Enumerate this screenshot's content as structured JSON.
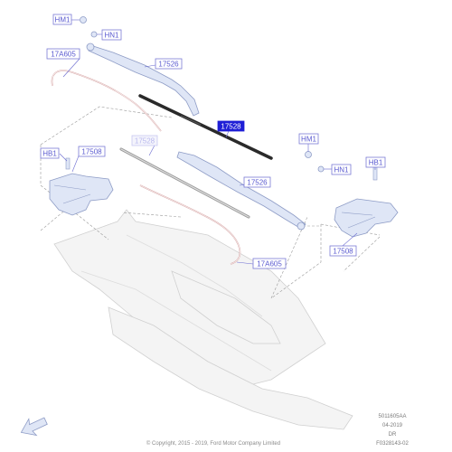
{
  "callouts": {
    "hm1_left": "HM1",
    "hn1_left": "HN1",
    "hose_17a605_top": "17A605",
    "arm_17526_top": "17526",
    "blade_17528_highlight": "17528",
    "blade_17528_faded": "17528",
    "hb1_left": "HB1",
    "motor_17508_left": "17508",
    "hm1_right": "HM1",
    "hn1_right": "HN1",
    "arm_17526_right": "17526",
    "hb1_right": "HB1",
    "hose_17a605_bottom": "17A605",
    "motor_17508_right": "17508"
  },
  "meta": {
    "line1": "5011605AA",
    "line2": "04-2019",
    "line3": "DR",
    "line4": "F0328143-02"
  },
  "copyright": "© Copyright, 2015 - 2019, Ford Motor Company Limited",
  "colors": {
    "callout": "#5a5ad0",
    "highlight": "#1f1fd6",
    "hose": "#d7a7a7",
    "part": "#dfe6f6"
  }
}
